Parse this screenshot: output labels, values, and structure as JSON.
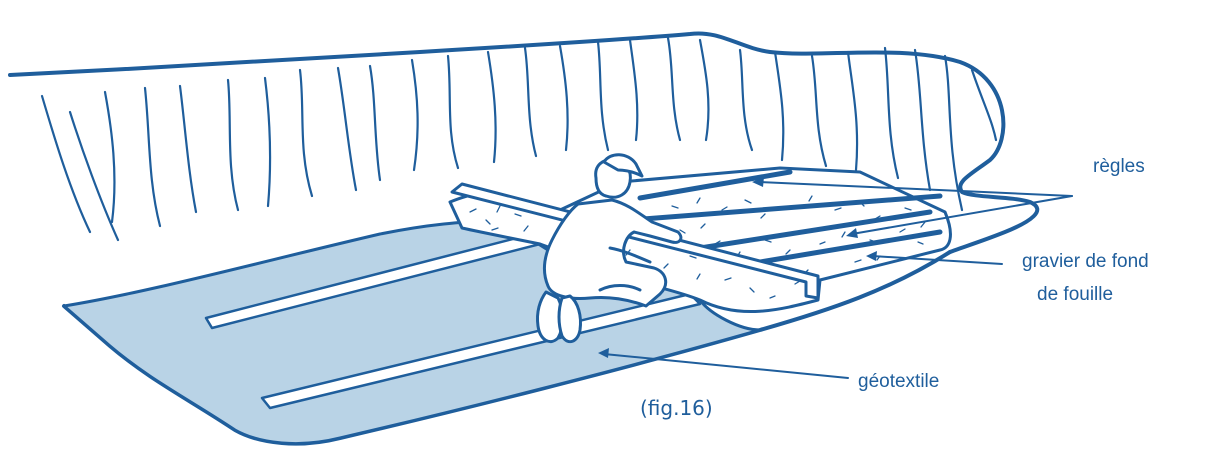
{
  "labels": {
    "regles": "règles",
    "gravier_line1": "gravier de fond",
    "gravier_line2": "de fouille",
    "geotextile": "géotextile"
  },
  "caption": "(fig.16)",
  "colors": {
    "ink": "#1f5e9c",
    "geotextile_fill": "#b9d3e6",
    "gravel_fill": "#ffffff",
    "background": "#ffffff"
  }
}
